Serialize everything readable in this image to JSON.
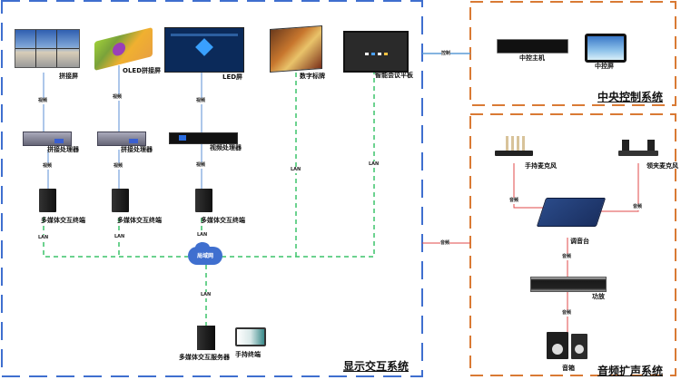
{
  "systems": {
    "display": {
      "title": "显示交互系统",
      "color": "#3f6fcf"
    },
    "control": {
      "title": "中央控制系统",
      "color": "#d97a34"
    },
    "audio": {
      "title": "音频扩声系统",
      "color": "#d97a34"
    }
  },
  "display_devices": {
    "splice_screen": "拼接屏",
    "oled_screen": "OLED拼接屏",
    "led_screen": "LED屏",
    "digital_signage": "数字标牌",
    "smart_panel": "智能会议平板",
    "splice_processor_1": "拼接处理器",
    "splice_processor_2": "拼接处理器",
    "video_processor": "视频处理器",
    "terminal_1": "多媒体交互终端",
    "terminal_2": "多媒体交互终端",
    "terminal_3": "多媒体交互终端",
    "lan_cloud": "局域网",
    "server": "多媒体交互服务器",
    "handheld": "手持终端"
  },
  "control_devices": {
    "host": "中控主机",
    "screen": "中控屏"
  },
  "audio_devices": {
    "handheld_mic": "手持麦克风",
    "lapel_mic": "领夹麦克风",
    "mixer": "调音台",
    "amplifier": "功放",
    "speaker": "音箱"
  },
  "link_labels": {
    "video": "视频",
    "lan": "LAN",
    "control": "控制",
    "audio": "音频"
  },
  "line_colors": {
    "video": "#5b8fd6",
    "lan": "#3cc46a",
    "audio": "#e04a4a",
    "control": "#5b9bd5"
  }
}
